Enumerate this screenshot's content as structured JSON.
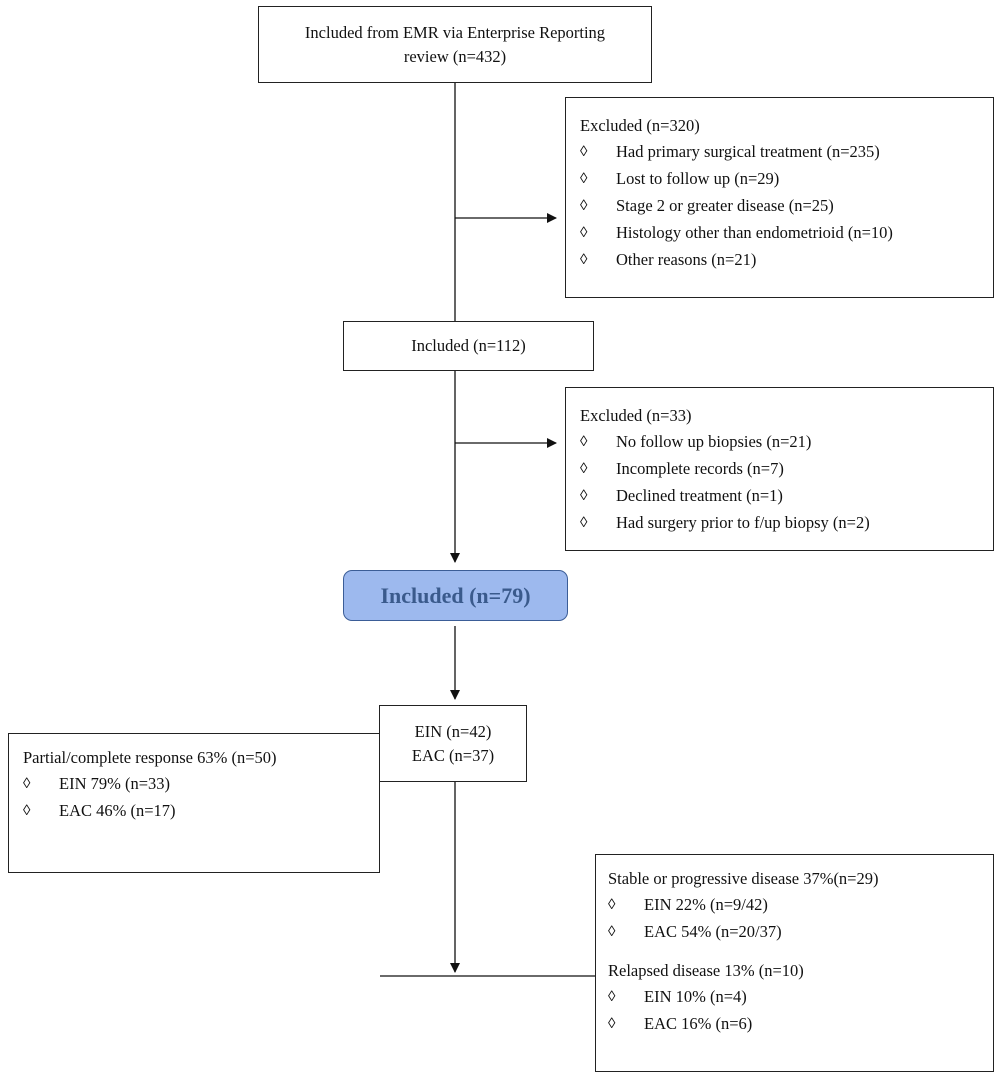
{
  "top_box": {
    "line1": "Included from EMR via Enterprise Reporting",
    "line2": "review (n=432)"
  },
  "excluded_1": {
    "title": "Excluded  (n=320)",
    "items": [
      "Had primary surgical treatment (n=235)",
      "Lost to follow up (n=29)",
      "Stage 2 or greater disease (n=25)",
      "Histology other than endometrioid (n=10)",
      "Other reasons (n=21)"
    ]
  },
  "included_112": {
    "label": "Included (n=112)"
  },
  "excluded_2": {
    "title": "Excluded  (n=33)",
    "items": [
      "No follow up biopsies (n=21)",
      "Incomplete records (n=7)",
      "Declined treatment (n=1)",
      "Had surgery prior to f/up biopsy (n=2)"
    ]
  },
  "included_79": {
    "label": "Included (n=79)"
  },
  "groups_box": {
    "line1": "EIN (n=42)",
    "line2": "EAC (n=37)"
  },
  "response_box": {
    "title": "Partial/complete response 63% (n=50)",
    "items": [
      "EIN 79% (n=33)",
      "EAC 46% (n=17)"
    ]
  },
  "stable_box": {
    "title": "Stable or progressive disease 37%(n=29)",
    "items": [
      "EIN 22% (n=9/42)",
      "EAC 54% (n=20/37)"
    ],
    "relapse_title": "Relapsed disease 13% (n=10)",
    "relapse_items": [
      "EIN 10% (n=4)",
      "EAC 16% (n=6)"
    ]
  },
  "bullet_glyph": "◊",
  "colors": {
    "highlight_fill": "#9db9ee",
    "highlight_border": "#3b5d97",
    "highlight_text": "#3a5a8c"
  }
}
